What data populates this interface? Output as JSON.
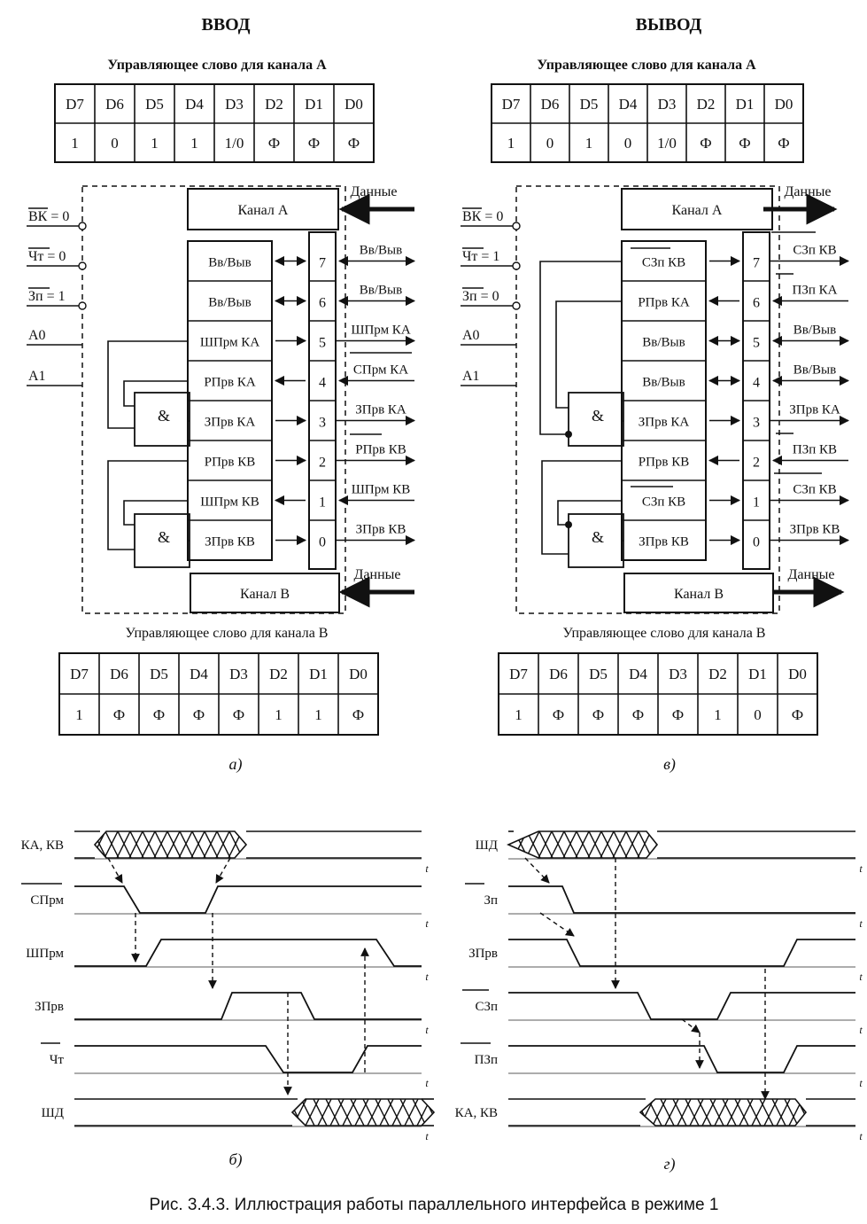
{
  "left": {
    "heading": "ВВОД",
    "word_a_title": "Управляющее слово для канала А",
    "word_a_bits": [
      "D7",
      "D6",
      "D5",
      "D4",
      "D3",
      "D2",
      "D1",
      "D0"
    ],
    "word_a_values": [
      "1",
      "0",
      "1",
      "1",
      "1/0",
      "Ф",
      "Ф",
      "Ф"
    ],
    "word_b_title": "Управляющее слово для канала В",
    "word_b_bits": [
      "D7",
      "D6",
      "D5",
      "D4",
      "D3",
      "D2",
      "D1",
      "D0"
    ],
    "word_b_values": [
      "1",
      "Ф",
      "Ф",
      "Ф",
      "Ф",
      "1",
      "1",
      "Ф"
    ],
    "inputs": [
      "ВК = 0",
      "Чт = 0",
      "Зп = 1",
      "A0",
      "A1"
    ],
    "channel_a": "Канал А",
    "channel_b": "Канал В",
    "data_a": "Данные",
    "data_b": "Данные",
    "port_cells": [
      "Вв/Выв",
      "Вв/Выв",
      "ШПрм КА",
      "РПрв КА",
      "ЗПрв КА",
      "РПрв КВ",
      "ШПрм КВ",
      "ЗПрв КВ"
    ],
    "port_bits": [
      "7",
      "6",
      "5",
      "4",
      "3",
      "2",
      "1",
      "0"
    ],
    "pin_labels": [
      "Вв/Выв",
      "Вв/Выв",
      "ШПрм КА",
      "СПрм КА",
      "ЗПрв КА",
      "РПрв КВ",
      "ШПрм КВ",
      "ЗПрв КВ"
    ],
    "and_label": "&",
    "subfig": "а)"
  },
  "right": {
    "heading": "ВЫВОД",
    "word_a_title": "Управляющее слово для канала А",
    "word_a_bits": [
      "D7",
      "D6",
      "D5",
      "D4",
      "D3",
      "D2",
      "D1",
      "D0"
    ],
    "word_a_values": [
      "1",
      "0",
      "1",
      "0",
      "1/0",
      "Ф",
      "Ф",
      "Ф"
    ],
    "word_b_title": "Управляющее слово для канала В",
    "word_b_bits": [
      "D7",
      "D6",
      "D5",
      "D4",
      "D3",
      "D2",
      "D1",
      "D0"
    ],
    "word_b_values": [
      "1",
      "Ф",
      "Ф",
      "Ф",
      "Ф",
      "1",
      "0",
      "Ф"
    ],
    "inputs": [
      "ВК = 0",
      "Чт = 1",
      "Зп = 0",
      "A0",
      "A1"
    ],
    "channel_a": "Канал А",
    "channel_b": "Канал В",
    "data_a": "Данные",
    "data_b": "Данные",
    "port_cells": [
      "СЗп КВ",
      "РПрв КА",
      "Вв/Выв",
      "Вв/Выв",
      "ЗПрв КА",
      "РПрв КВ",
      "СЗп КВ",
      "ЗПрв КВ"
    ],
    "port_bits": [
      "7",
      "6",
      "5",
      "4",
      "3",
      "2",
      "1",
      "0"
    ],
    "pin_labels": [
      "СЗп КВ",
      "ПЗп КА",
      "Вв/Выв",
      "Вв/Выв",
      "ЗПрв КА",
      "ПЗп КВ",
      "СЗп КВ",
      "ЗПрв КВ"
    ],
    "and_label": "&",
    "subfig": "в)"
  },
  "timing_left": {
    "signals": [
      "КА, КВ",
      "СПрм",
      "ШПрм",
      "ЗПрв",
      "Чт",
      "ШД"
    ],
    "t_label": "t",
    "subfig": "б)"
  },
  "timing_right": {
    "signals": [
      "ШД",
      "Зп",
      "ЗПрв",
      "СЗп",
      "ПЗп",
      "КА, КВ"
    ],
    "t_label": "t",
    "subfig": "г)"
  },
  "caption": "Рис. 3.4.3. Иллюстрация работы параллельного интерфейса в режиме 1"
}
